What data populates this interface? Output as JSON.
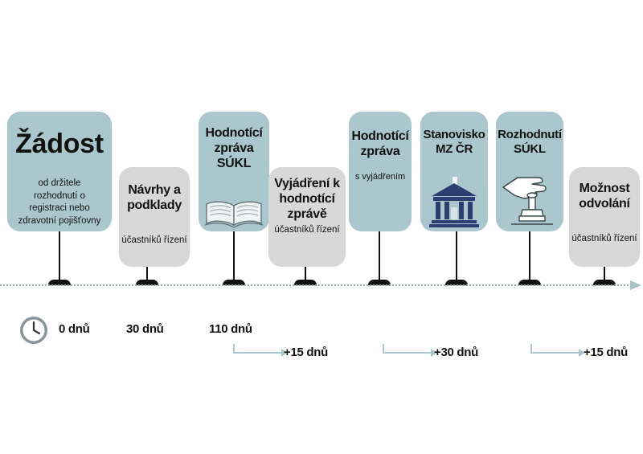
{
  "steps": [
    {
      "title": "Žádost",
      "subtitle": "od držitele rozhodnutí o registraci nebo zdravotní pojišťovny"
    },
    {
      "title": "Návrhy a podklady",
      "subtitle": "účastníků řízení"
    },
    {
      "title": "Hodnotící zpráva SÚKL",
      "icon": "book-icon"
    },
    {
      "title": "Vyjádření k hodnotící zprávě",
      "subtitle": "účastníků řízení"
    },
    {
      "title": "Hodnotící zpráva",
      "subtitle": "s vyjádřením"
    },
    {
      "title": "Stanovisko MZ ČR",
      "icon": "ministry-building-icon"
    },
    {
      "title": "Rozhodnutí SÚKL",
      "icon": "hand-stamp-icon"
    },
    {
      "title": "Možnost odvolání",
      "subtitle": "účastníků řízení"
    }
  ],
  "timeline": {
    "clock_icon": "clock-icon",
    "days": [
      "0 dnů",
      "30 dnů",
      "110 dnů"
    ],
    "increments": [
      "+15 dnů",
      "+30 dnů",
      "+15 dnů"
    ]
  },
  "colors": {
    "blue_card": "#a9c7cc",
    "gray_card": "#d8d8d8",
    "axis": "#9aa8ad"
  }
}
